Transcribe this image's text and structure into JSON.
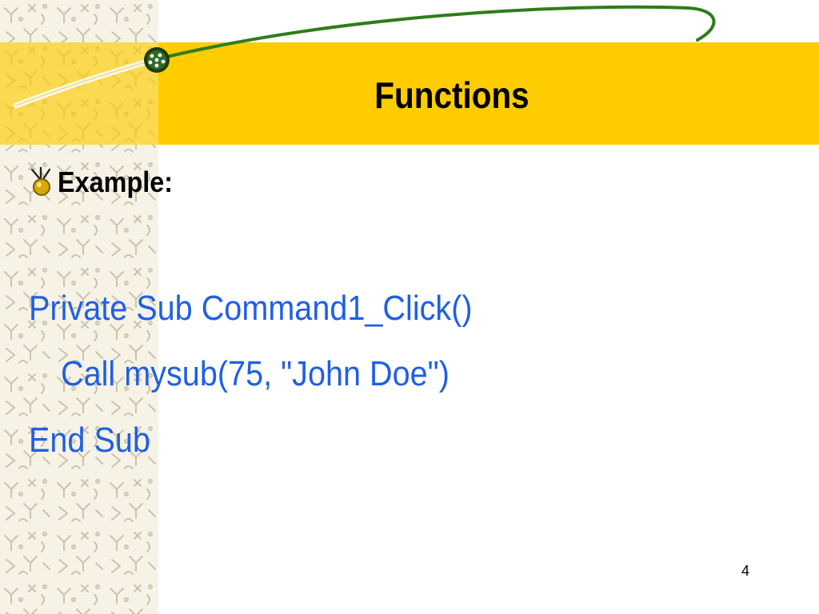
{
  "slide": {
    "title": "Functions",
    "bullet": {
      "icon": "bullet-ornament-icon",
      "label": "Example:"
    },
    "code_lines": [
      "Private Sub Command1_Click()",
      "Call mysub(75, \"John Doe\")",
      "End Sub"
    ],
    "page_number": "4"
  },
  "colors": {
    "title_band": "#ffcc00",
    "code_text": "#1f5fe6",
    "swoosh_line": "#2e7d1a",
    "side_texture": "#f6f3e6"
  }
}
